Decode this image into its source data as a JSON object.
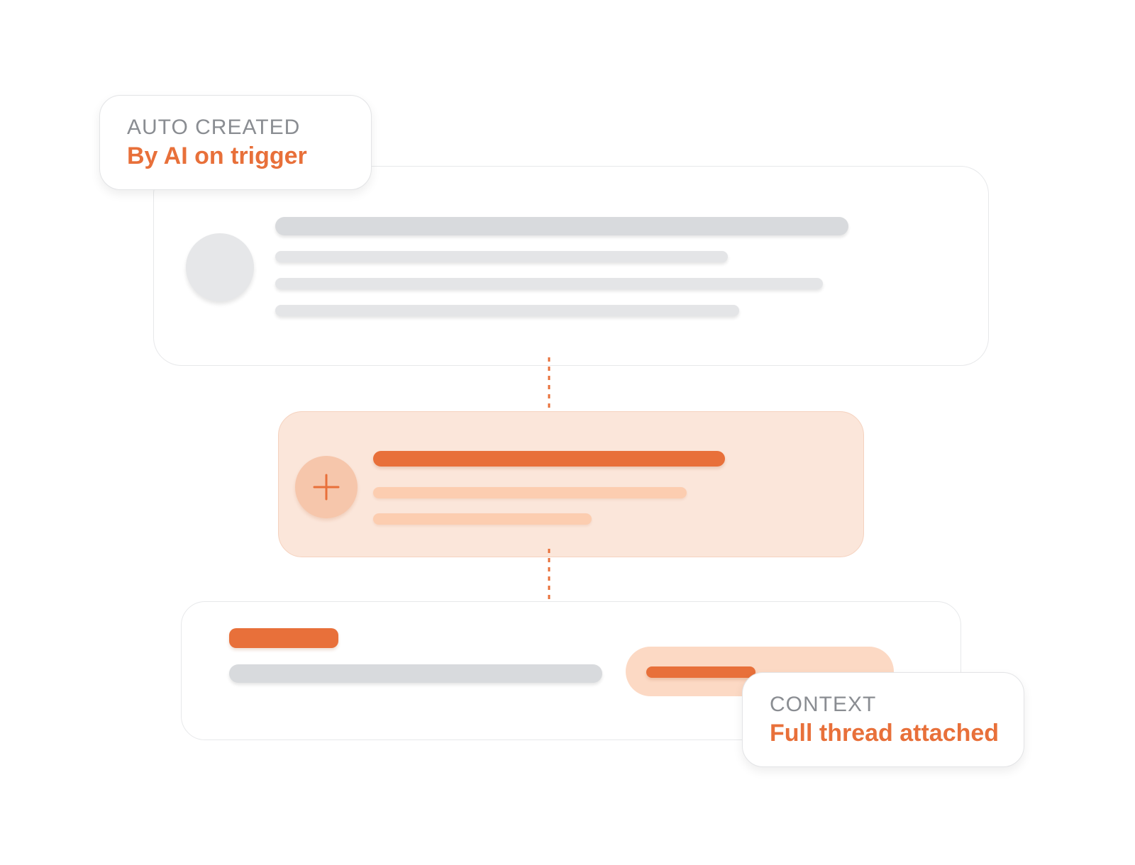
{
  "colors": {
    "accent": "#e8703a",
    "accent_light": "#fcd9c4",
    "accent_bg": "#fbe6da",
    "placeholder_gray": "#d8dadd",
    "placeholder_light": "#e4e5e7",
    "muted_text": "#8a8d92"
  },
  "callouts": {
    "auto_created": {
      "kicker": "AUTO CREATED",
      "text": "By AI on trigger"
    },
    "context": {
      "kicker": "CONTEXT",
      "text": "Full thread attached"
    }
  },
  "icons": {
    "add": "plus-icon",
    "flow_arrow": "arrow-down-icon"
  }
}
